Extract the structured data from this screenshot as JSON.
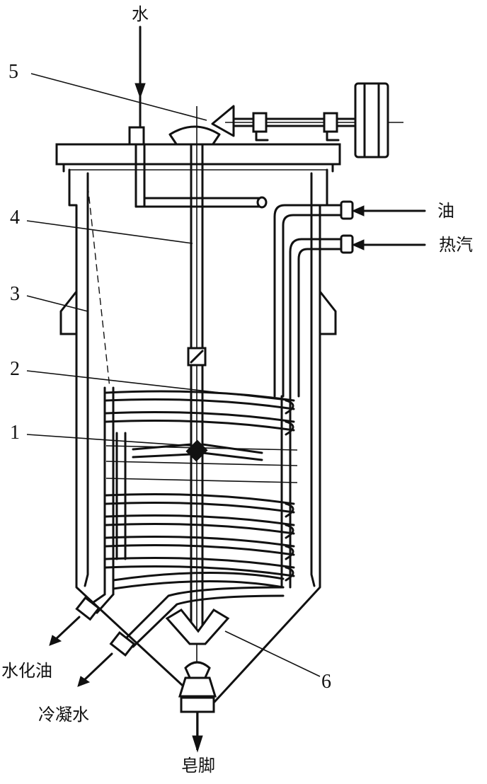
{
  "labels": {
    "top_water": "水",
    "oil": "油",
    "steam": "热汽",
    "hydrated_oil": "水化油",
    "condensate": "冷凝水",
    "soapstock": "皂脚"
  },
  "numbers": {
    "n1": "1",
    "n2": "2",
    "n3": "3",
    "n4": "4",
    "n5": "5",
    "n6": "6"
  }
}
